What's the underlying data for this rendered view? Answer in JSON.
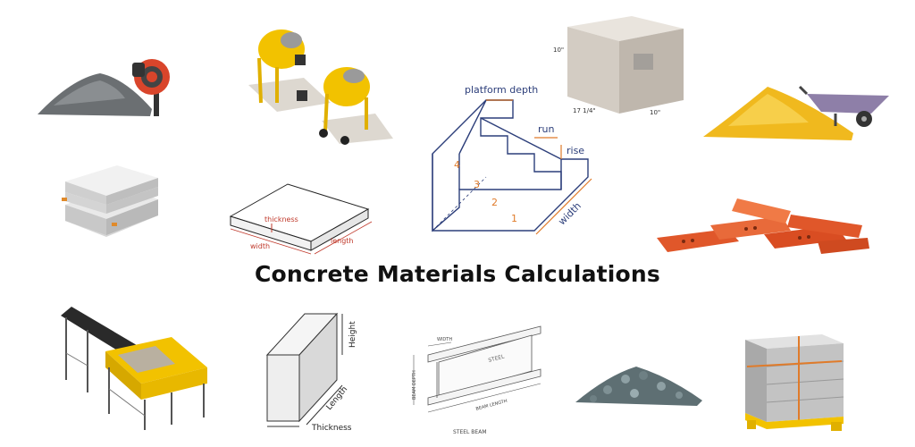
{
  "title": "Concrete Materials Calculations",
  "stairs": {
    "platform_depth": "platform depth",
    "run": "run",
    "rise": "rise",
    "width": "width",
    "steps": [
      "1",
      "2",
      "3",
      "4"
    ]
  },
  "slab": {
    "thickness": "thickness",
    "width": "width",
    "length": "length"
  },
  "box": {
    "dim_height": "10\"",
    "dim_depth": "17 1/4\"",
    "dim_width": "10\""
  },
  "block": {
    "height": "Height",
    "length": "Length",
    "thickness": "Thickness"
  },
  "beam": {
    "width": "WIDTH",
    "depth": "BEAM DEPTH",
    "steel": "STEEL",
    "length": "BEAM LENGTH",
    "caption": "STEEL BEAM"
  },
  "colors": {
    "stair_line": "#2c3e7a",
    "stair_accent": "#e07b2a",
    "slab_accent": "#c0392b",
    "mixer_yellow": "#f2c200",
    "brick": "#e0572a",
    "sand": "#f0b91e"
  }
}
